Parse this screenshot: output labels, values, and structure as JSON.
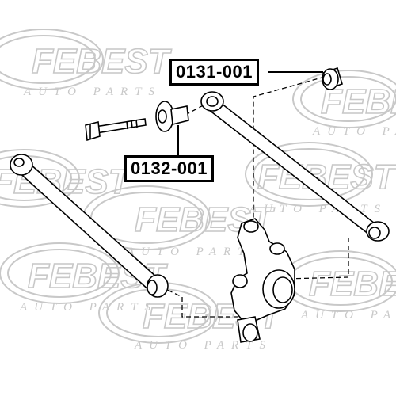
{
  "diagram": {
    "part_labels": [
      {
        "id": "upper",
        "text": "0131-001"
      },
      {
        "id": "lower",
        "text": "0132-001"
      }
    ]
  },
  "watermark": {
    "brand": "FEBEST",
    "tagline": "AUTO PARTS"
  },
  "colors": {
    "line": "#000000",
    "watermark": "#cfcfcf",
    "background": "#ffffff"
  }
}
